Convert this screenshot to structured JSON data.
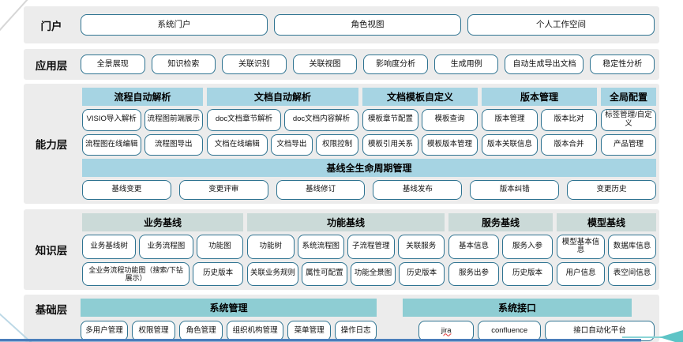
{
  "colors": {
    "band_background": "#ececec",
    "button_border": "#2e7391",
    "capability_header": "#a6d4e3",
    "knowledge_header": "#cbdad8",
    "foundation_header": "#8ecdd3",
    "bottom_line": "#4a7ebb",
    "arrow": "#5ec4c6"
  },
  "portal": {
    "label": "门户",
    "items": [
      "系统门户",
      "角色视图",
      "个人工作空间"
    ]
  },
  "application": {
    "label": "应用层",
    "items": [
      "全景展现",
      "知识检索",
      "关联识别",
      "关联视图",
      "影响度分析",
      "生成用例",
      "自动生成导出文档",
      "稳定性分析"
    ]
  },
  "capability": {
    "label": "能力层",
    "groups": [
      {
        "title": "流程自动解析",
        "rows": [
          [
            "VISIO导入解析",
            "流程图前端展示"
          ],
          [
            "流程图在线编辑",
            "流程图导出"
          ]
        ]
      },
      {
        "title": "文档自动解析",
        "rows": [
          [
            "doc文档章节解析",
            "doc文档内容解析"
          ],
          [
            "文档在线编辑",
            "文档导出",
            "权限控制"
          ]
        ]
      },
      {
        "title": "文档模板自定义",
        "rows": [
          [
            "模板章节配置",
            "模板查询"
          ],
          [
            "模板引用关系",
            "模板版本管理"
          ]
        ]
      },
      {
        "title": "版本管理",
        "rows": [
          [
            "版本管理",
            "版本比对"
          ],
          [
            "版本关联信息",
            "版本合并"
          ]
        ]
      },
      {
        "title": "全局配置",
        "rows": [
          [
            "标签管理/自定义"
          ],
          [
            "产品管理"
          ]
        ]
      }
    ],
    "baseline": {
      "title": "基线全生命周期管理",
      "items": [
        "基线变更",
        "变更评审",
        "基线修订",
        "基线发布",
        "版本纠错",
        "变更历史"
      ]
    }
  },
  "knowledge": {
    "label": "知识层",
    "groups": [
      {
        "title": "业务基线",
        "rows": [
          [
            "业务基线树",
            "业务流程图",
            "功能图"
          ],
          [
            "全业务流程功能图（搜索/下钻展示）",
            "历史版本"
          ]
        ]
      },
      {
        "title": "功能基线",
        "rows": [
          [
            "功能树",
            "系统流程图",
            "子流程管理",
            "关联服务"
          ],
          [
            "关联业务规则",
            "属性可配置",
            "功能全景图",
            "历史版本"
          ]
        ]
      },
      {
        "title": "服务基线",
        "rows": [
          [
            "基本信息",
            "服务入参"
          ],
          [
            "服务出参",
            "历史版本"
          ]
        ]
      },
      {
        "title": "模型基线",
        "rows": [
          [
            "模型基本信息",
            "数据库信息"
          ],
          [
            "用户信息",
            "表空间信息"
          ]
        ]
      }
    ]
  },
  "foundation": {
    "label": "基础层",
    "groups": [
      {
        "title": "系统管理",
        "items": [
          "多用户管理",
          "权限管理",
          "角色管理",
          "组织机构管理",
          "菜单管理",
          "操作日志"
        ]
      },
      {
        "title": "系统接口",
        "items": [
          "jira",
          "confluence",
          "接口自动化平台"
        ]
      }
    ]
  }
}
